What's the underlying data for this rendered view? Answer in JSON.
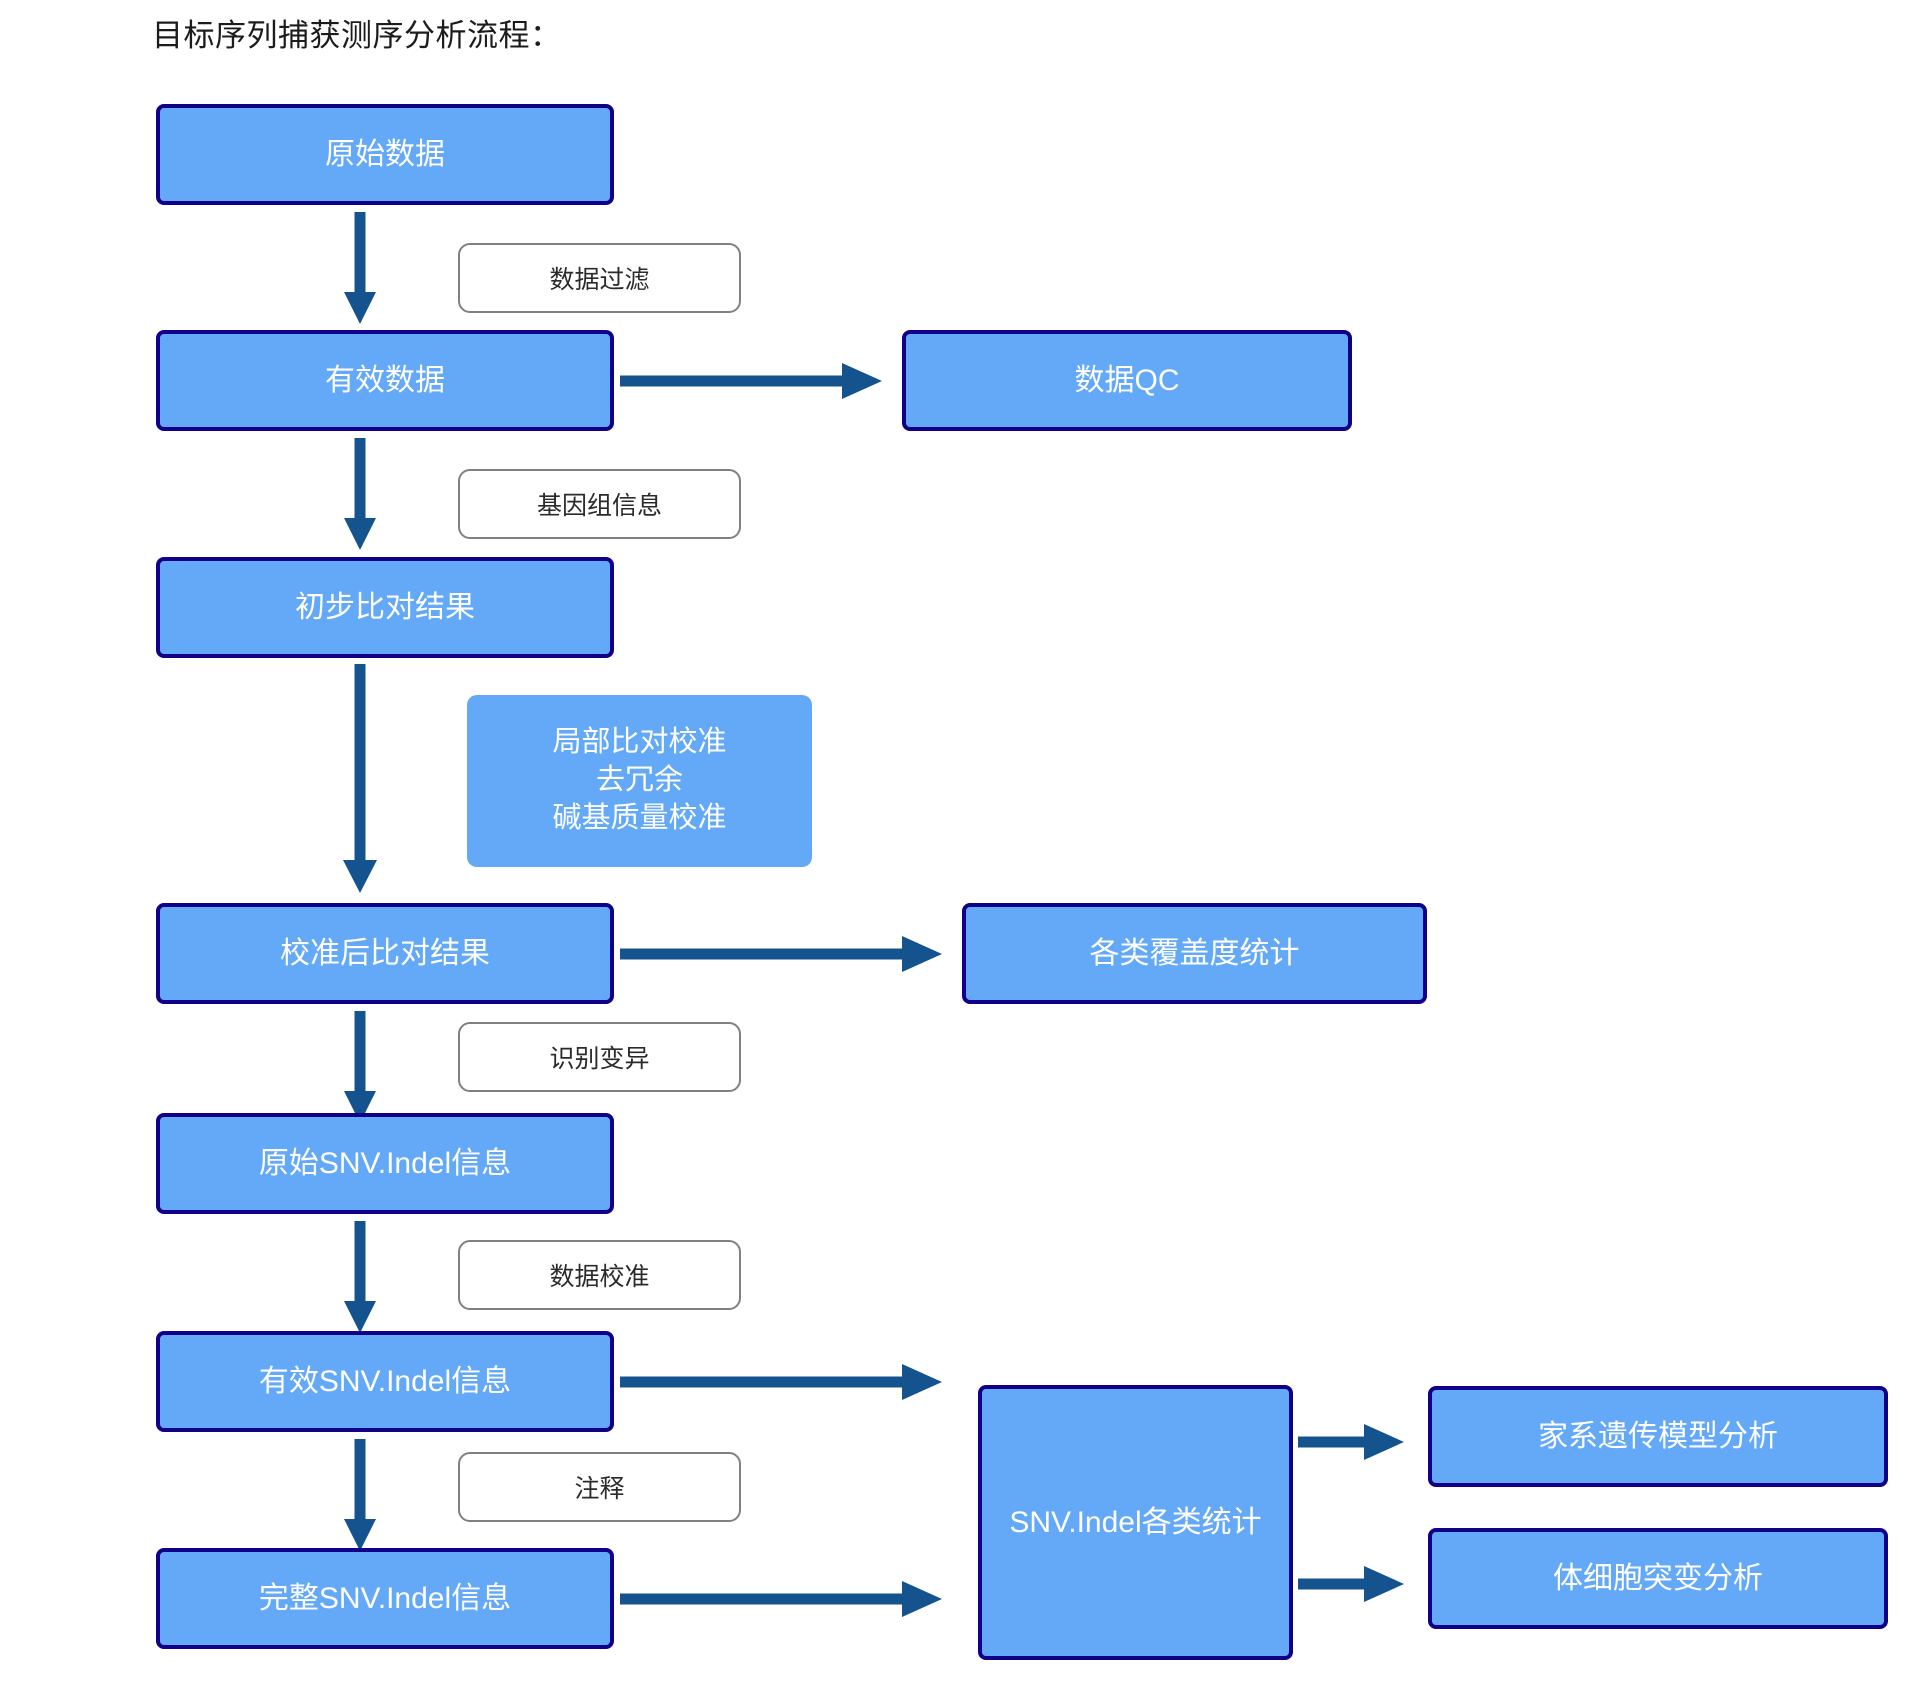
{
  "title": "目标序列捕获测序分析流程：",
  "colors": {
    "node_fill": "#63a9f8",
    "node_border": "#110088",
    "arrow": "#15538f",
    "label_border": "#808080",
    "node_text": "#ffffff",
    "label_text": "#2b2b2b",
    "background": "#ffffff"
  },
  "nodes": {
    "raw_data": "原始数据",
    "valid_data": "有效数据",
    "data_qc": "数据QC",
    "initial_align": "初步比对结果",
    "recal_align": "校准后比对结果",
    "coverage_stats": "各类覆盖度统计",
    "raw_snv": "原始SNV.Indel信息",
    "valid_snv": "有效SNV.Indel信息",
    "complete_snv": "完整SNV.Indel信息",
    "snv_stats": "SNV.Indel各类统计",
    "pedigree_analysis": "家系遗传模型分析",
    "somatic_analysis": "体细胞突变分析"
  },
  "callout": {
    "line1": "局部比对校准",
    "line2": "去冗余",
    "line3": "碱基质量校准"
  },
  "edge_labels": {
    "data_filter": "数据过滤",
    "genome_info": "基因组信息",
    "call_variants": "识别变异",
    "data_recal": "数据校准",
    "annotation": "注释"
  },
  "icons": {
    "arrow_down": "arrow-down-icon",
    "arrow_right": "arrow-right-icon"
  }
}
